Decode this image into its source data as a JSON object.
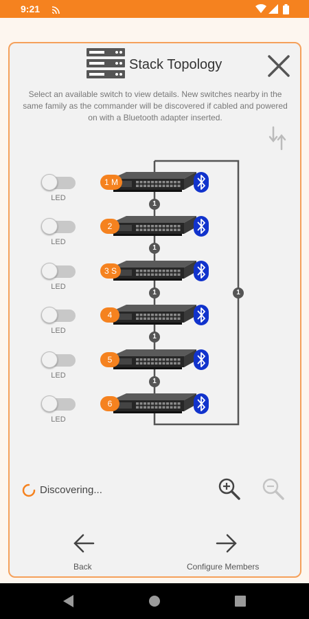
{
  "status_bar": {
    "time": "9:21"
  },
  "header": {
    "title": "Stack Topology"
  },
  "description": "Select an available switch to view details. New switches nearby in the same family as the commander will be discovered if cabled and powered on with a Bluetooth adapter inserted.",
  "stack_links": {
    "link_label": "1",
    "ring_label": "1"
  },
  "members": [
    {
      "badge": "1 M",
      "led_label": "LED",
      "led_on": false
    },
    {
      "badge": "2",
      "led_label": "LED",
      "led_on": false
    },
    {
      "badge": "3 S",
      "led_label": "LED",
      "led_on": false
    },
    {
      "badge": "4",
      "led_label": "LED",
      "led_on": false
    },
    {
      "badge": "5",
      "led_label": "LED",
      "led_on": false
    },
    {
      "badge": "6",
      "led_label": "LED",
      "led_on": false
    }
  ],
  "discovery": {
    "status": "Discovering..."
  },
  "footer": {
    "back_label": "Back",
    "configure_label": "Configure Members"
  },
  "colors": {
    "accent": "#f5821f",
    "bluetooth": "#1133cc",
    "cable": "#555555"
  }
}
